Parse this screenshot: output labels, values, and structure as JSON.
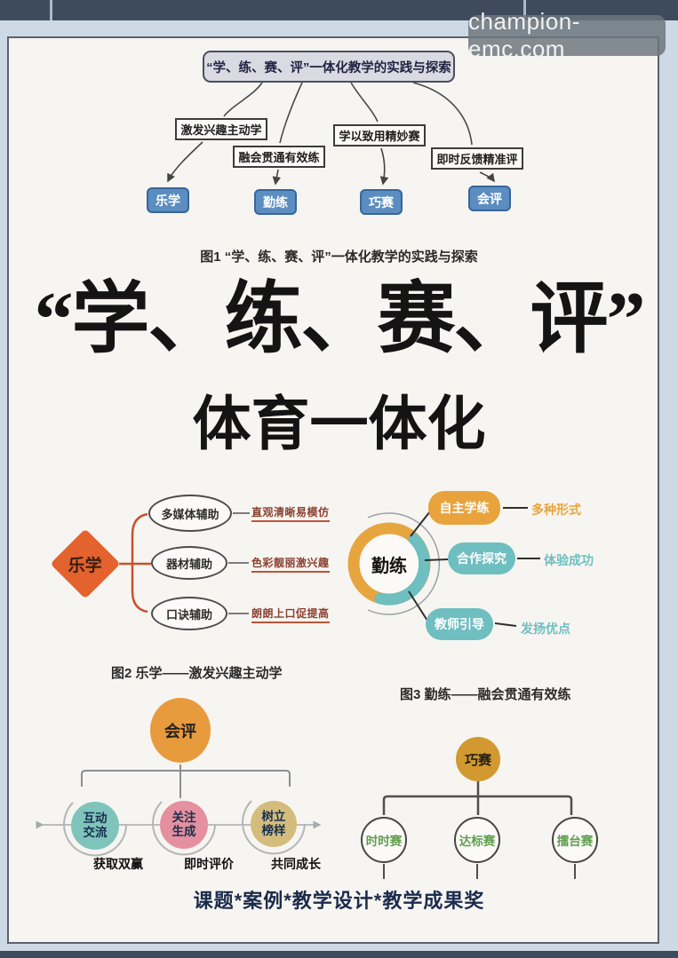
{
  "watermark": {
    "text": "champion-emc.com"
  },
  "figure1": {
    "title": "“学、练、赛、评”一体化教学的实践与探索",
    "branches": [
      {
        "label": "激发兴趣主动学",
        "target": "乐学"
      },
      {
        "label": "融会贯通有效练",
        "target": "勤练"
      },
      {
        "label": "学以致用精妙赛",
        "target": "巧赛"
      },
      {
        "label": "即时反馈精准评",
        "target": "会评"
      }
    ],
    "caption": "图1 “学、练、赛、评”一体化教学的实践与探索"
  },
  "headline": {
    "line1": "“学、练、赛、评”",
    "line2": "体育一体化"
  },
  "figure2": {
    "root": "乐学",
    "branches": [
      {
        "label": "多媒体辅助",
        "note": "直观清晰易模仿"
      },
      {
        "label": "器材辅助",
        "note": "色彩靓丽激兴趣"
      },
      {
        "label": "口诀辅助",
        "note": "朗朗上口促提高"
      }
    ],
    "caption": "图2 乐学——激发兴趣主动学"
  },
  "figure3": {
    "root": "勤练",
    "branches": [
      {
        "label": "自主学练",
        "note": "多种形式"
      },
      {
        "label": "合作探究",
        "note": "体验成功"
      },
      {
        "label": "教师引导",
        "note": "发扬优点"
      }
    ],
    "caption": "图3 勤练——融会贯通有效练"
  },
  "figure4": {
    "root": "会评",
    "branches": [
      {
        "label_line1": "互动",
        "label_line2": "交流",
        "note": "获取双赢"
      },
      {
        "label_line1": "关注",
        "label_line2": "生成",
        "note": "即时评价"
      },
      {
        "label_line1": "树立",
        "label_line2": "榜样",
        "note": "共同成长"
      }
    ]
  },
  "figure5": {
    "root": "巧赛",
    "branches": [
      {
        "label": "时时赛"
      },
      {
        "label": "达标赛"
      },
      {
        "label": "擂台赛"
      }
    ]
  },
  "footer": {
    "text": "课题*案例*教学设计*教学成果奖"
  },
  "colors": {
    "outer_background": "#cdd9e4",
    "band": "#3e4b5d",
    "panel_background": "#f7f5f1",
    "flowchart_node_blue": "#5b8dc0",
    "diamond_orange": "#e4622e",
    "ring_orange": "#e6a53e",
    "ring_teal": "#6fbec0",
    "pill_orange": "#e8a33d",
    "pill_teal": "#6fbec0",
    "huiping_orange": "#e79b3d",
    "circle_teal": "#7fc4ba",
    "circle_pink": "#e5909f",
    "circle_tan": "#d4bc7c",
    "qiaosai_gold": "#d1992f",
    "green_text": "#5f9e4f",
    "red_note_text": "#8a4030",
    "footer_navy": "#1b2b4c"
  }
}
